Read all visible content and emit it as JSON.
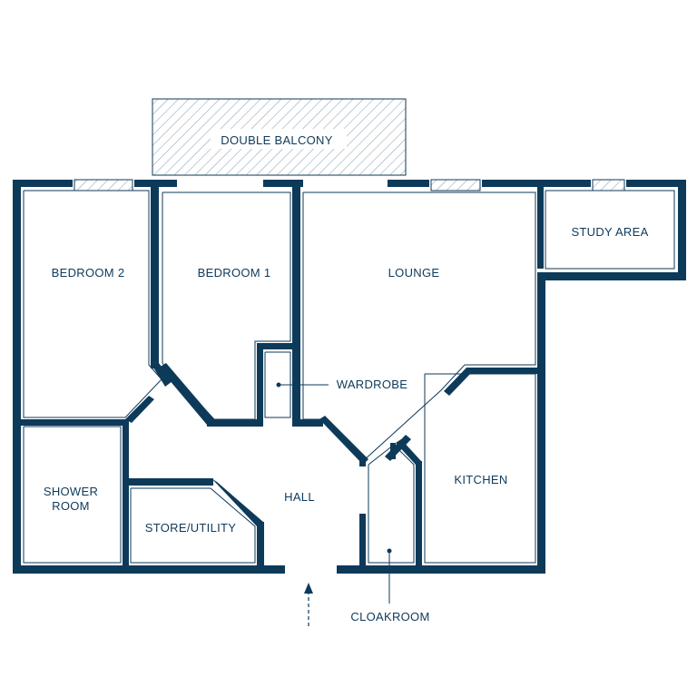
{
  "colors": {
    "wall": "#0e3a5a",
    "background": "#ffffff",
    "hatch": "#8a9aa8"
  },
  "rooms": {
    "double_balcony": "DOUBLE BALCONY",
    "bedroom_2": "BEDROOM 2",
    "bedroom_1": "BEDROOM 1",
    "lounge": "LOUNGE",
    "study_area": "STUDY AREA",
    "wardrobe": "WARDROBE",
    "shower_room_line1": "SHOWER",
    "shower_room_line2": "ROOM",
    "store_utility": "STORE/UTILITY",
    "hall": "HALL",
    "kitchen": "KITCHEN",
    "cloakroom": "CLOAKROOM"
  },
  "icons": {
    "entrance": "entrance-arrow-icon"
  }
}
